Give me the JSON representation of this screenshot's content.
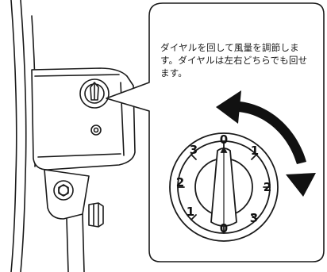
{
  "callout": {
    "text": "ダイヤルを回して風量を調節します。ダイヤルは左右どちらでも回せます。"
  },
  "dial": {
    "labels": {
      "top": "0",
      "upper_right": "1",
      "right": "2",
      "lower_right": "3",
      "bottom": "0",
      "lower_left": "1",
      "left": "2",
      "upper_left": "3"
    }
  },
  "icons": {
    "rotation": "double-headed-curved-arrow-icon"
  },
  "colors": {
    "line": "#1a1a1a",
    "arrow": "#111111",
    "background": "#ffffff"
  }
}
